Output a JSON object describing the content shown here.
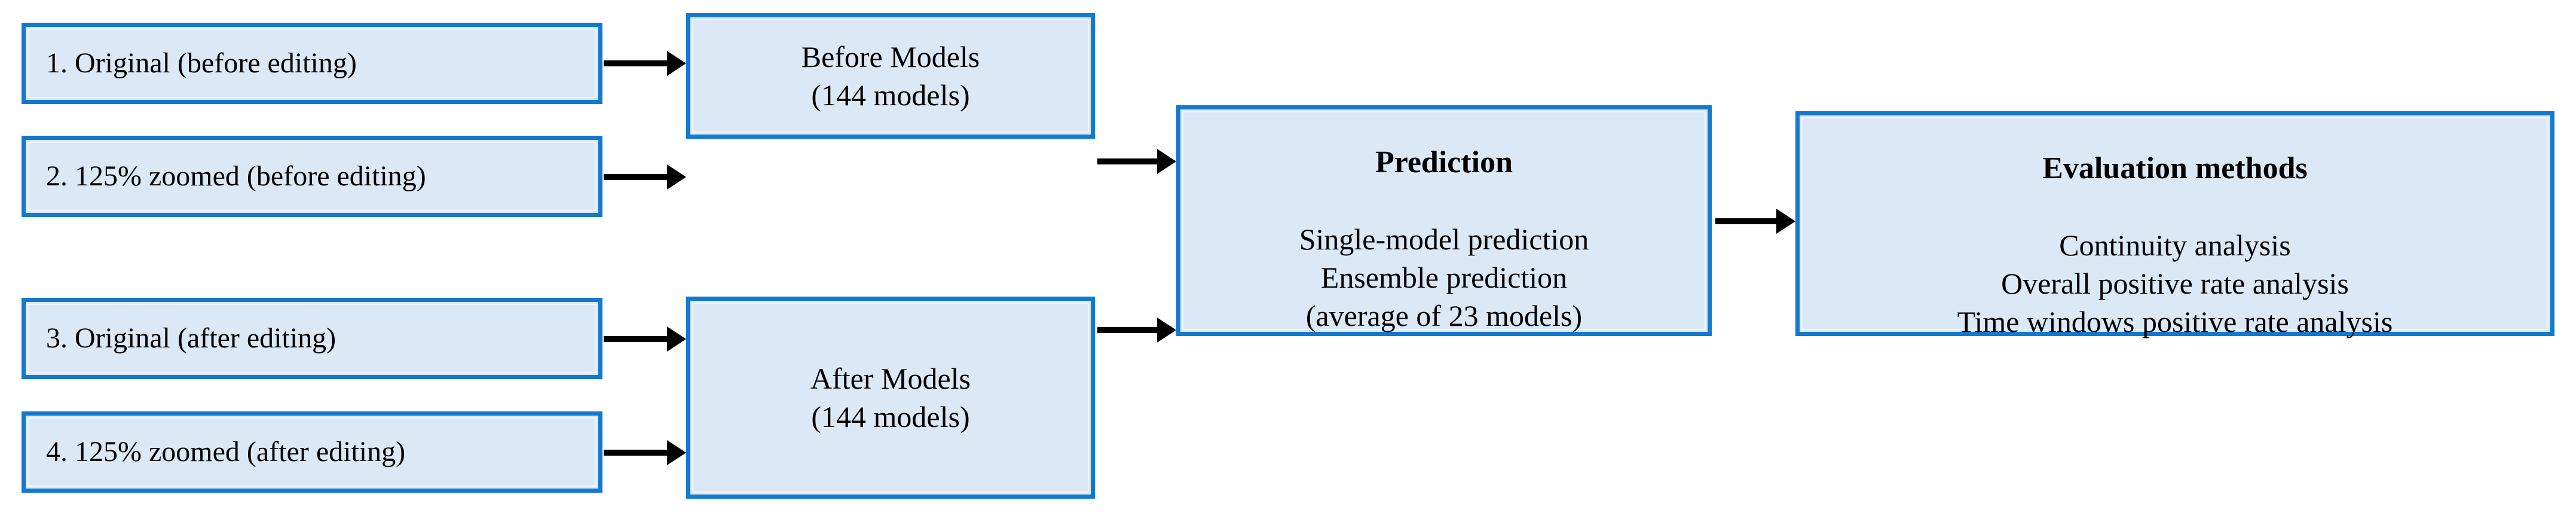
{
  "diagram": {
    "type": "flowchart",
    "title": "Model training, prediction and evaluation workflow",
    "colors": {
      "node_fill": "#dbe8f6",
      "node_border": "#1279cf",
      "arrow": "#000000",
      "background": "#ffffff",
      "text": "#000000"
    },
    "inputs": [
      {
        "id": "original-before",
        "label": "1. Original (before editing)"
      },
      {
        "id": "zoomed-before",
        "label": "2. 125% zoomed (before editing)"
      },
      {
        "id": "original-after",
        "label": "3. Original (after editing)"
      },
      {
        "id": "zoomed-after",
        "label": "4. 125% zoomed (after editing)"
      }
    ],
    "models": [
      {
        "id": "before-models",
        "title": "Before Models",
        "count": "(144 models)"
      },
      {
        "id": "after-models",
        "title": "After Models",
        "count": "(144 models)"
      }
    ],
    "prediction": {
      "title": "Prediction",
      "items": [
        "Single-model prediction",
        "Ensemble prediction",
        "(average of 23 models)"
      ]
    },
    "evaluation": {
      "title": "Evaluation methods",
      "items": [
        "Continuity analysis",
        "Overall positive rate analysis",
        "Time windows positive rate analysis"
      ]
    },
    "arrows": [
      {
        "id": "arrow-1",
        "from": "original-before",
        "to": "before-models"
      },
      {
        "id": "arrow-2",
        "from": "zoomed-before",
        "to": "before-models"
      },
      {
        "id": "arrow-3",
        "from": "original-after",
        "to": "after-models"
      },
      {
        "id": "arrow-4",
        "from": "zoomed-after",
        "to": "after-models"
      },
      {
        "id": "arrow-5",
        "from": "before-models",
        "to": "prediction"
      },
      {
        "id": "arrow-6",
        "from": "after-models",
        "to": "prediction"
      },
      {
        "id": "arrow-7",
        "from": "prediction",
        "to": "evaluation"
      }
    ]
  }
}
